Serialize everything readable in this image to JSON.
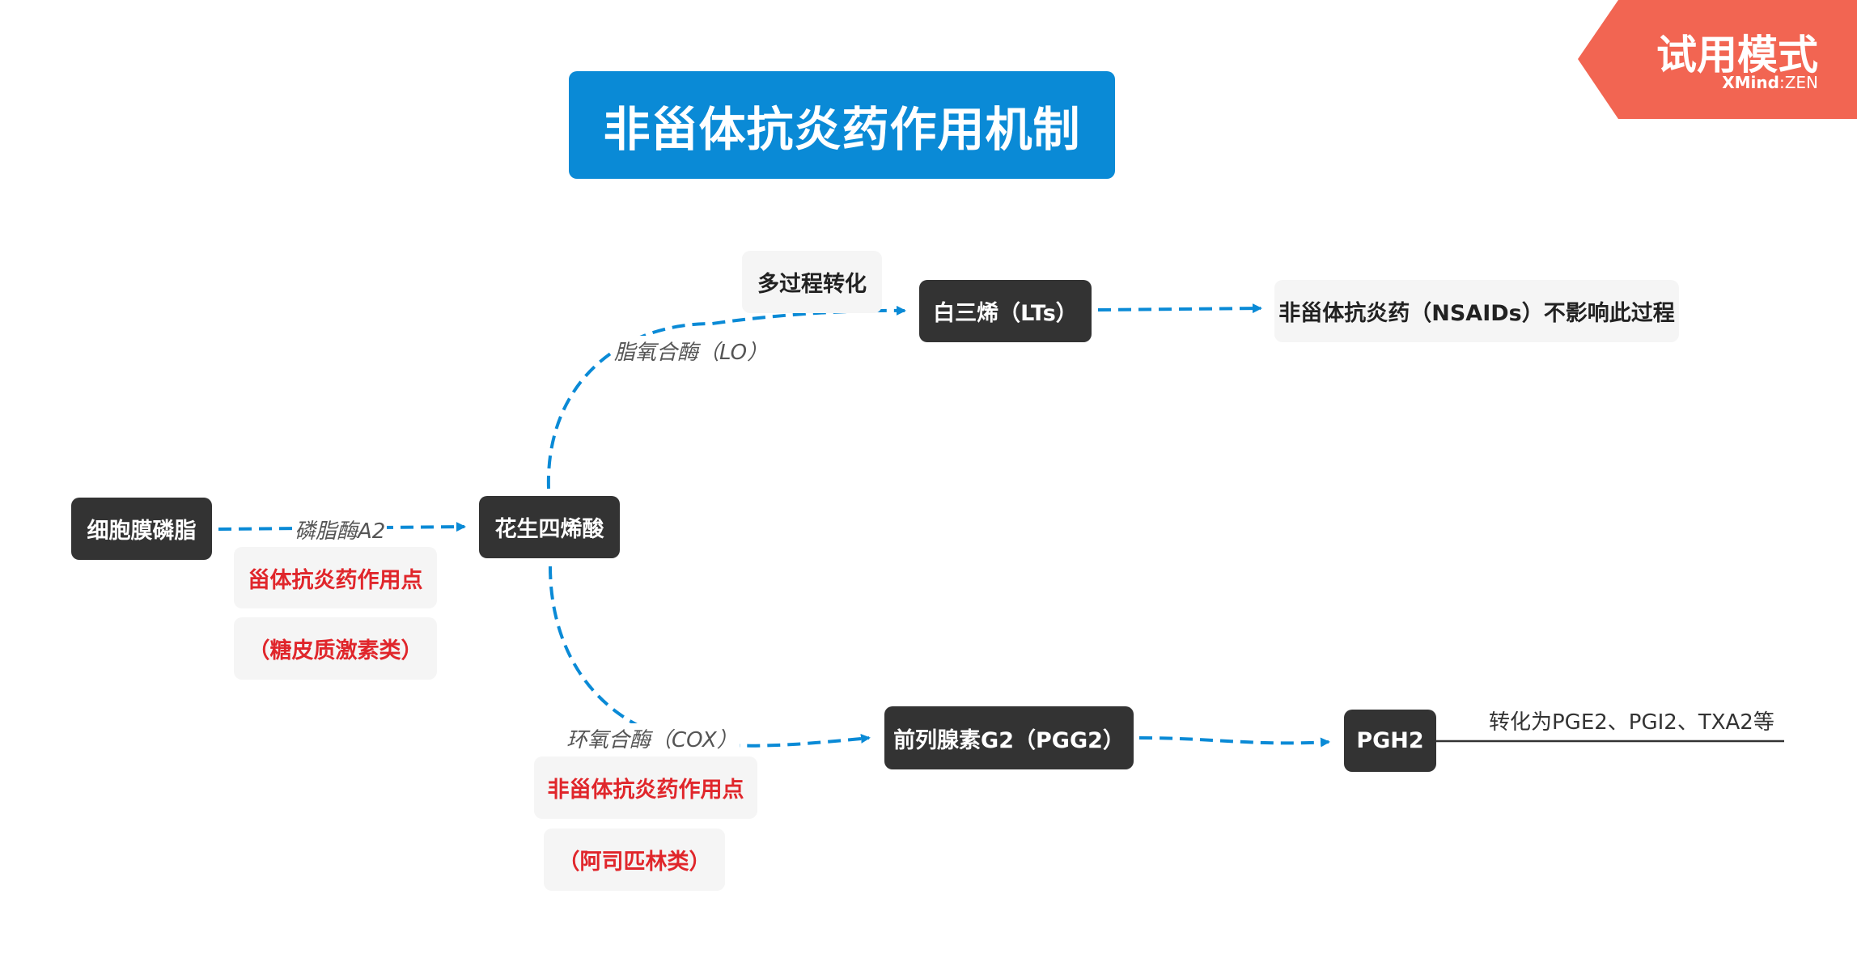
{
  "title": "非甾体抗炎药作用机制",
  "trial": {
    "label": "试用模式",
    "brand_bold": "XMind",
    "brand_sep": ":",
    "brand_light": "ZEN"
  },
  "nodes": {
    "phospholipid": "细胞膜磷脂",
    "arachidonic": "花生四烯酸",
    "leukotriene": "白三烯（LTs）",
    "nsaids_no_effect": "非甾体抗炎药（NSAIDs）不影响此过程",
    "pgg2": "前列腺素G2（PGG2）",
    "pgh2": "PGH2",
    "pgh2_products": "转化为PGE2、PGI2、TXA2等"
  },
  "notes": {
    "multi_step": "多过程转化",
    "steroid_site": "甾体抗炎药作用点",
    "steroid_class": "（糖皮质激素类）",
    "nsaid_site": "非甾体抗炎药作用点",
    "nsaid_class": "（阿司匹林类）"
  },
  "edge_labels": {
    "pla2": "磷脂酶A2",
    "lo": "脂氧合酶（LO）",
    "cox": "环氧合酶（COX）"
  },
  "colors": {
    "title_bg": "#0a8ad6",
    "node_bg": "#333333",
    "connector": "#0a8ad6",
    "note_bg": "#f5f5f5",
    "highlight_text": "#e0262b",
    "trial_bg": "#f26552"
  }
}
